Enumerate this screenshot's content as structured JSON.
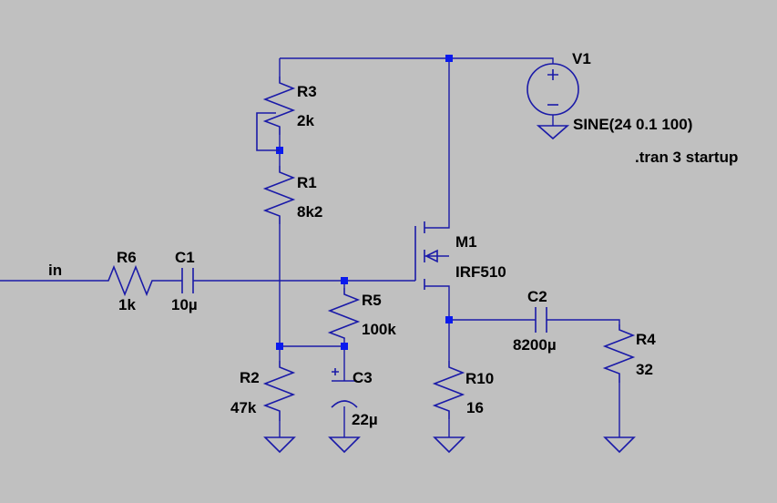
{
  "schematic": {
    "colors": {
      "background": "#c0c0c0",
      "wire": "#1a1aa8",
      "junction": "#0a1aee",
      "text": "#000000"
    },
    "net_labels": {
      "in": "in"
    },
    "components": {
      "v1": {
        "name": "V1",
        "value": "SINE(24 0.1 100)"
      },
      "r3": {
        "name": "R3",
        "value": "2k"
      },
      "r1": {
        "name": "R1",
        "value": "8k2"
      },
      "m1": {
        "name": "M1",
        "value": "IRF510"
      },
      "r6": {
        "name": "R6",
        "value": "1k"
      },
      "c1": {
        "name": "C1",
        "value": "10µ"
      },
      "r5": {
        "name": "R5",
        "value": "100k"
      },
      "c2": {
        "name": "C2",
        "value": "8200µ"
      },
      "r4": {
        "name": "R4",
        "value": "32"
      },
      "r2": {
        "name": "R2",
        "value": "47k"
      },
      "c3": {
        "name": "C3",
        "value": "22µ"
      },
      "r10": {
        "name": "R10",
        "value": "16"
      }
    },
    "directive": ".tran 3 startup"
  }
}
